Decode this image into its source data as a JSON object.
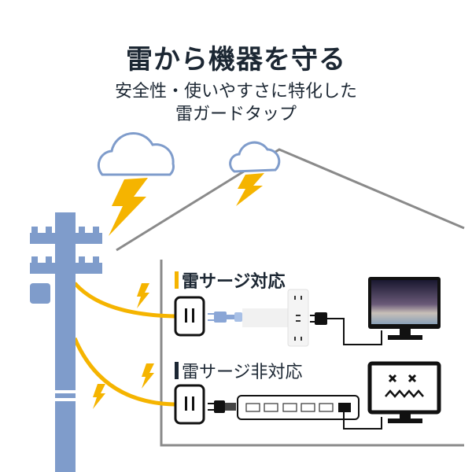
{
  "title": "雷から機器を守る",
  "subtitle": [
    "安全性・使いやすさに特化した",
    "雷ガードタップ"
  ],
  "labels": {
    "protected": "雷サージ対応",
    "unprotected": "雷サージ非対応"
  },
  "colors": {
    "pole": "#7f9ccb",
    "lightning": "#f5b400",
    "cloud": "#7f9ccb",
    "house": "#8a8a8a",
    "text": "#1c2733"
  }
}
